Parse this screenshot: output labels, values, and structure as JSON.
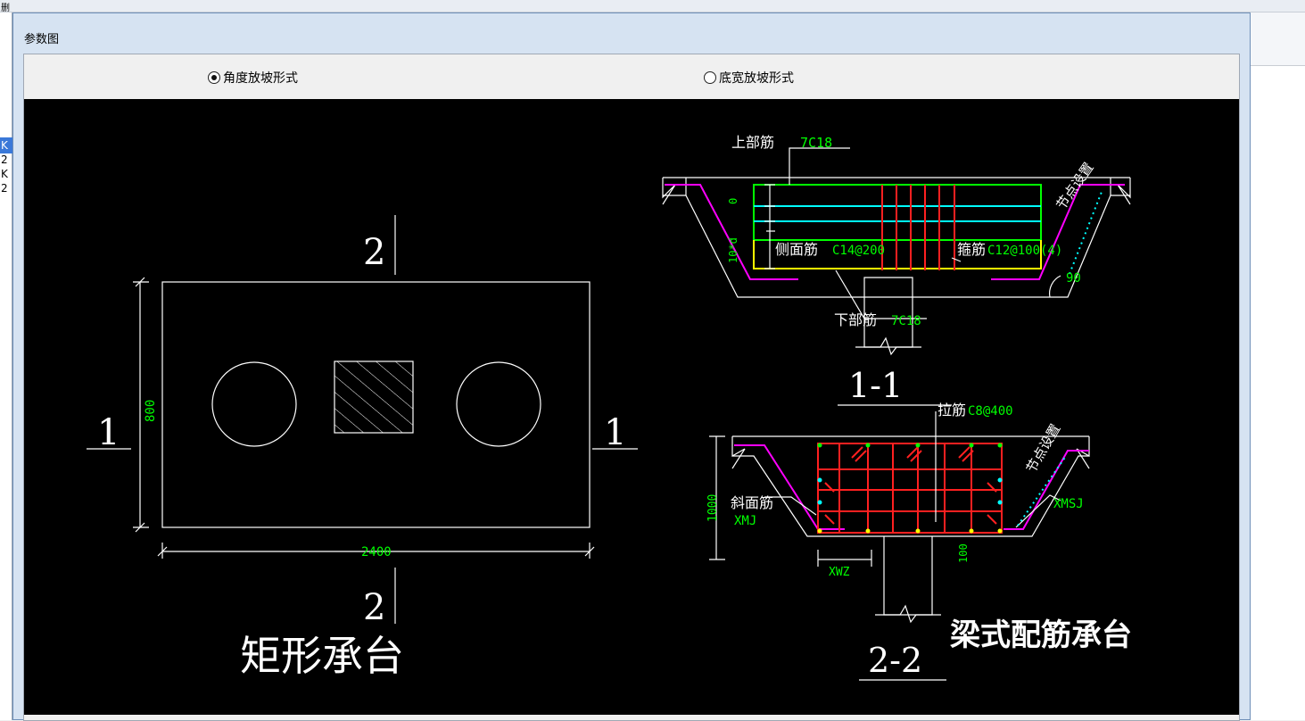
{
  "dialog": {
    "title": "参数图"
  },
  "options": {
    "angle_label": "角度放坡形式",
    "width_label": "底宽放坡形式",
    "selected": "angle"
  },
  "background": {
    "left_glyphs": [
      "K",
      "2",
      "K",
      "2"
    ],
    "top_glyph": "删"
  },
  "plan": {
    "section_2_top": "2",
    "section_2_bottom": "2",
    "section_1_left": "1",
    "section_1_right": "1",
    "dim_height": "800",
    "dim_width": "2400",
    "title": "矩形承台"
  },
  "sec11": {
    "top_rebar_label": "上部筋",
    "top_rebar_value": "7C18",
    "side_rebar_label": "侧面筋",
    "side_rebar_value": "C14@200",
    "stirrup_label": "箍筋",
    "stirrup_value": "C12@100(4)",
    "bottom_rebar_label": "下部筋",
    "bottom_rebar_value": "7C18",
    "angle_value": "90",
    "node_setting": "节点设置",
    "dim_zero": "0",
    "dim_10d": "10*d",
    "section_title": "1-1"
  },
  "sec22": {
    "tie_label": "拉筋",
    "tie_value": "C8@400",
    "node_setting": "节点设置",
    "slope_label": "斜面筋",
    "xmj": "XMJ",
    "xmsj": "XMSJ",
    "xwz": "XWZ",
    "dim_1000": "1000",
    "dim_100": "100",
    "section_title": "2-2",
    "figure_title": "梁式配筋承台"
  },
  "colors": {
    "white": "#ffffff",
    "green": "#00ff00",
    "cyan": "#00ffff",
    "yellow": "#ffff00",
    "red": "#ff2020",
    "magenta": "#ff00ff",
    "black": "#000000"
  }
}
